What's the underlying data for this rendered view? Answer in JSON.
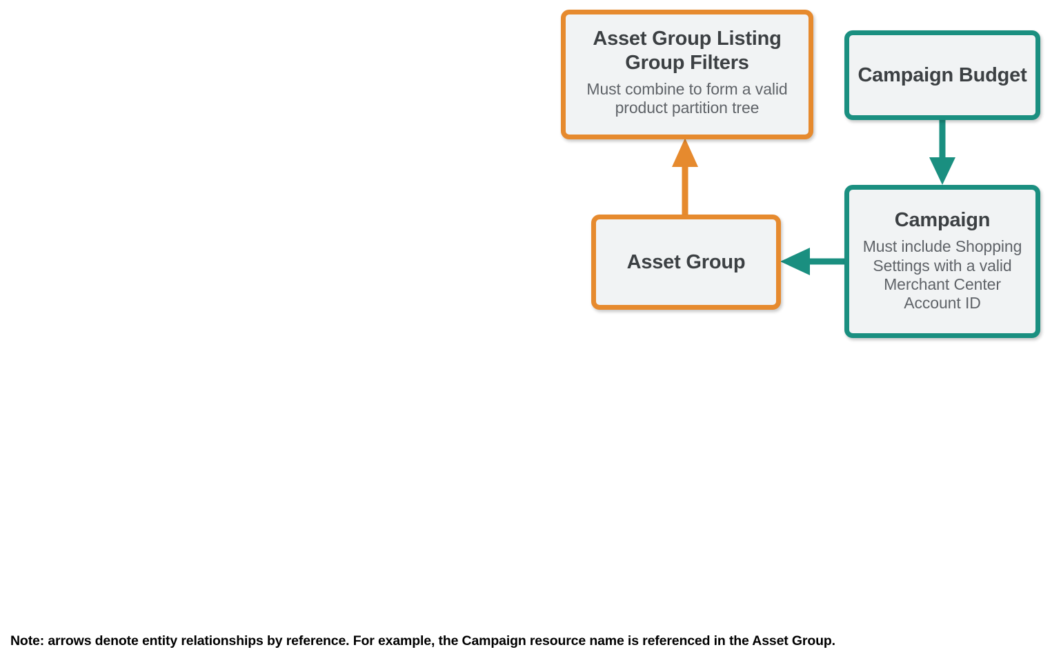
{
  "diagram": {
    "background_color": "#FFFFFF",
    "palette": {
      "orange": "#E68A2E",
      "teal": "#1A8F80",
      "node_fill": "#F1F3F4",
      "title_text": "#3C4043",
      "subtitle_text": "#5F6368",
      "note_text": "#000000"
    },
    "nodes": [
      {
        "id": "asset-group-listing-group-filters",
        "title": "Asset Group Listing Group Filters",
        "subtitle": "Must combine to form a valid product partition tree",
        "color": "orange"
      },
      {
        "id": "campaign-budget",
        "title": "Campaign Budget",
        "subtitle": "",
        "color": "teal"
      },
      {
        "id": "asset-group",
        "title": "Asset Group",
        "subtitle": "",
        "color": "orange"
      },
      {
        "id": "campaign",
        "title": "Campaign",
        "subtitle": "Must include Shopping Settings with a valid Merchant Center Account ID",
        "color": "teal"
      }
    ],
    "edges": [
      {
        "id": "asset-group-to-listing-group-filters",
        "from": "asset-group",
        "to": "asset-group-listing-group-filters",
        "direction": "up",
        "color": "orange"
      },
      {
        "id": "campaign-budget-to-campaign",
        "from": "campaign-budget",
        "to": "campaign",
        "direction": "down",
        "color": "teal"
      },
      {
        "id": "campaign-to-asset-group",
        "from": "campaign",
        "to": "asset-group",
        "direction": "left",
        "color": "teal"
      }
    ],
    "note": "Note: arrows denote entity relationships by reference. For example, the Campaign resource name is referenced in the Asset Group."
  }
}
